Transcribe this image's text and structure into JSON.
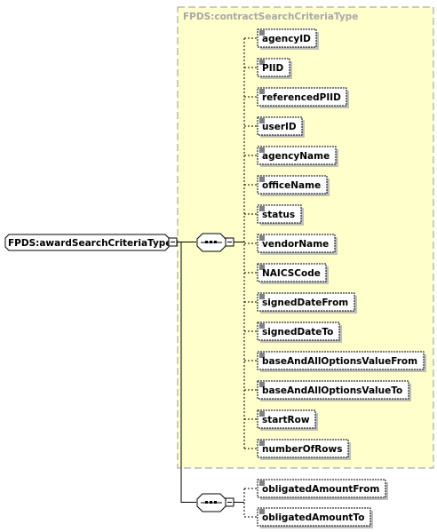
{
  "root": {
    "label": "FPDS:awardSearchCriteriaType"
  },
  "group": {
    "title": "FPDS:contractSearchCriteriaType"
  },
  "elements": [
    "agencyID",
    "PIID",
    "referencedPIID",
    "userID",
    "agencyName",
    "officeName",
    "status",
    "vendorName",
    "NAICSCode",
    "signedDateFrom",
    "signedDateTo",
    "baseAndAllOptionsValueFrom",
    "baseAndAllOptionsValueTo",
    "startRow",
    "numberOfRows"
  ],
  "extra_elements": [
    "obligatedAmountFrom",
    "obligatedAmountTo"
  ],
  "colors": {
    "group_fill": "#ffffcc",
    "group_border": "#999999",
    "group_title": "#a8a8a8",
    "shadow": "#bfbfbf",
    "line": "#000000",
    "box_fill": "#ffffff"
  },
  "icons": [
    "sequence-compositor-icon",
    "collapse-minus-icon",
    "element-content-icon"
  ]
}
